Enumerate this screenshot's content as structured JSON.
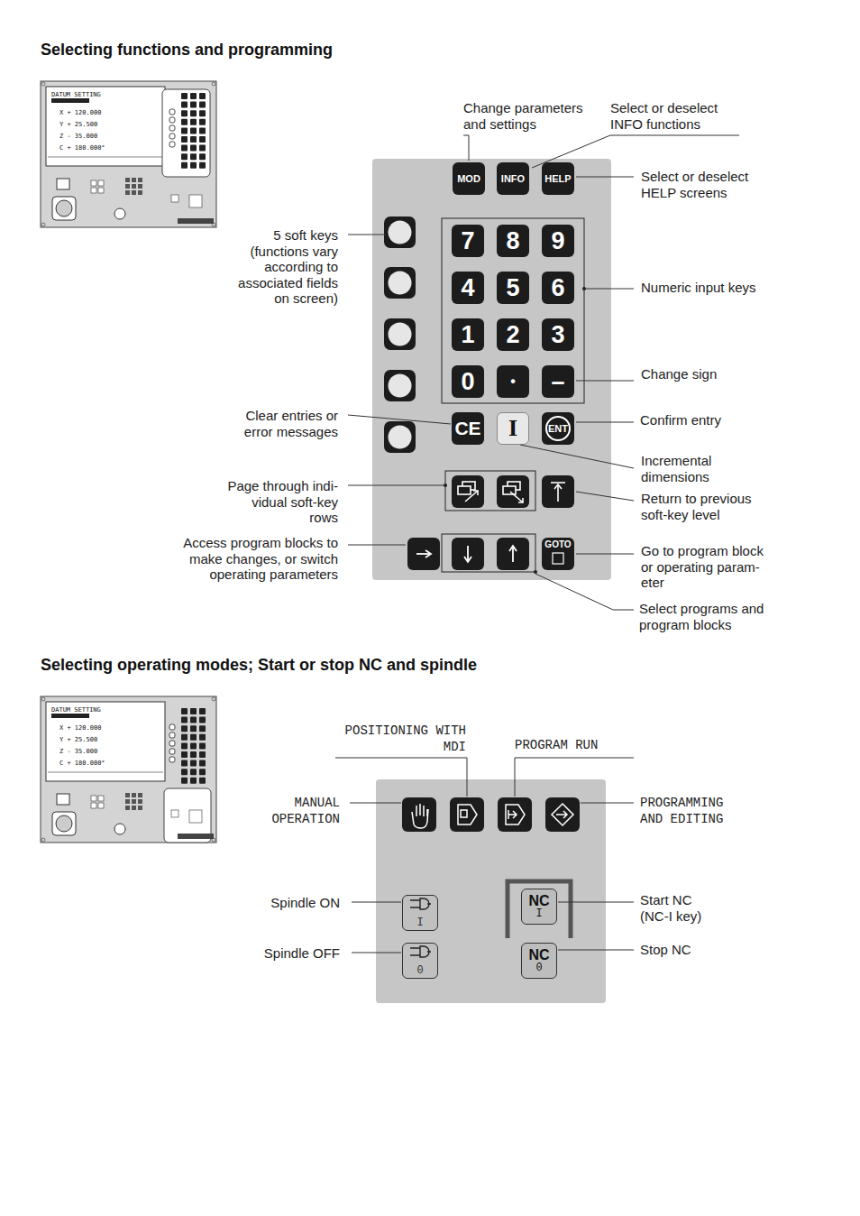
{
  "diagram": {
    "title": "Selecting functions and programming",
    "nodes": [
      {
        "text": [
          "MOD"
        ]
      },
      {
        "text": [
          "INFO"
        ]
      },
      {
        "text": [
          "HELP"
        ]
      },
      {
        "text": [
          "7"
        ]
      },
      {
        "text": [
          "8"
        ]
      },
      {
        "text": [
          "9"
        ]
      },
      {
        "text": [
          "4"
        ]
      },
      {
        "text": [
          "5"
        ]
      },
      {
        "text": [
          "6"
        ]
      },
      {
        "text": [
          "1"
        ]
      },
      {
        "text": [
          "2"
        ]
      },
      {
        "text": [
          "3"
        ]
      },
      {
        "text": [
          "0"
        ]
      },
      {
        "text": [
          "•"
        ]
      },
      {
        "text": [
          "–"
        ]
      },
      {
        "text": [
          "CE"
        ]
      },
      {
        "text": [
          "I"
        ]
      },
      {
        "text": [
          "ENT"
        ]
      },
      {
        "text": [
          "GOTO"
        ]
      },
      {
        "text": [
          "I"
        ]
      },
      {
        "text": [
          "0"
        ]
      },
      {
        "text": [
          "NC",
          "I"
        ]
      },
      {
        "text": [
          "NC",
          "0"
        ]
      }
    ],
    "labels": [
      "Change parameters and settings",
      "Select or deselect INFO functions",
      "Select or deselect HELP screens",
      "5 soft keys (functions vary according to associated fields on screen)",
      "Numeric input keys",
      "Change sign",
      "Clear entries or error messages",
      "Confirm entry",
      "Incremental dimensions",
      "Page through indi- vidual soft-key rows",
      "Return to previous soft-key level",
      "Access program blocks to make changes, or switch operating parameters",
      "Go to program block or operating param- eter",
      "Select programs and program blocks",
      "Selecting operating modes; Start or stop NC and spindle",
      "POSITIONING WITH MDI",
      "PROGRAM RUN",
      "MANUAL OPERATION",
      "PROGRAMMING AND EDITING",
      "Spindle ON",
      "Spindle OFF",
      "Start NC (NC-I key)",
      "Stop NC",
      "DATUM SETTING",
      "X + 120.000",
      "Y + 25.500",
      "Z - 35.000",
      "C + 180.000°",
      "DATUM SETTING",
      "X + 120.000",
      "Y + 25.500",
      "Z - 35.000",
      "C + 180.000°"
    ]
  }
}
